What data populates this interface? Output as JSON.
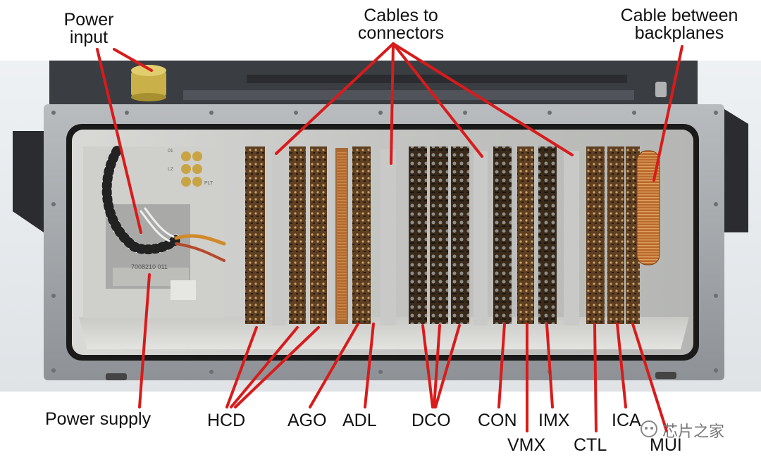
{
  "labels": {
    "power_input": "Power input",
    "cables_to_connectors": "Cables to connectors",
    "cable_between_backplanes": "Cable between backplanes",
    "power_supply": "Power supply",
    "hcd": "HCD",
    "ago": "AGO",
    "adl": "ADL",
    "dco": "DCO",
    "con": "CON",
    "imx": "IMX",
    "ica": "ICA",
    "vmx": "VMX",
    "ctl": "CTL",
    "mui": "MUI"
  },
  "board_markings": {
    "power_supply_plate": "7008210 011",
    "terminal_marks": [
      "01",
      "L2",
      "PLT"
    ]
  },
  "watermark": "芯片之家",
  "watermark_icon": "wechat-channel-icon",
  "colors": {
    "callout_line": "#d81b1b",
    "label_text": "#111111",
    "frame": "#9a9da1",
    "pcb": "#6b4a2a",
    "copper": "#c77a34"
  }
}
